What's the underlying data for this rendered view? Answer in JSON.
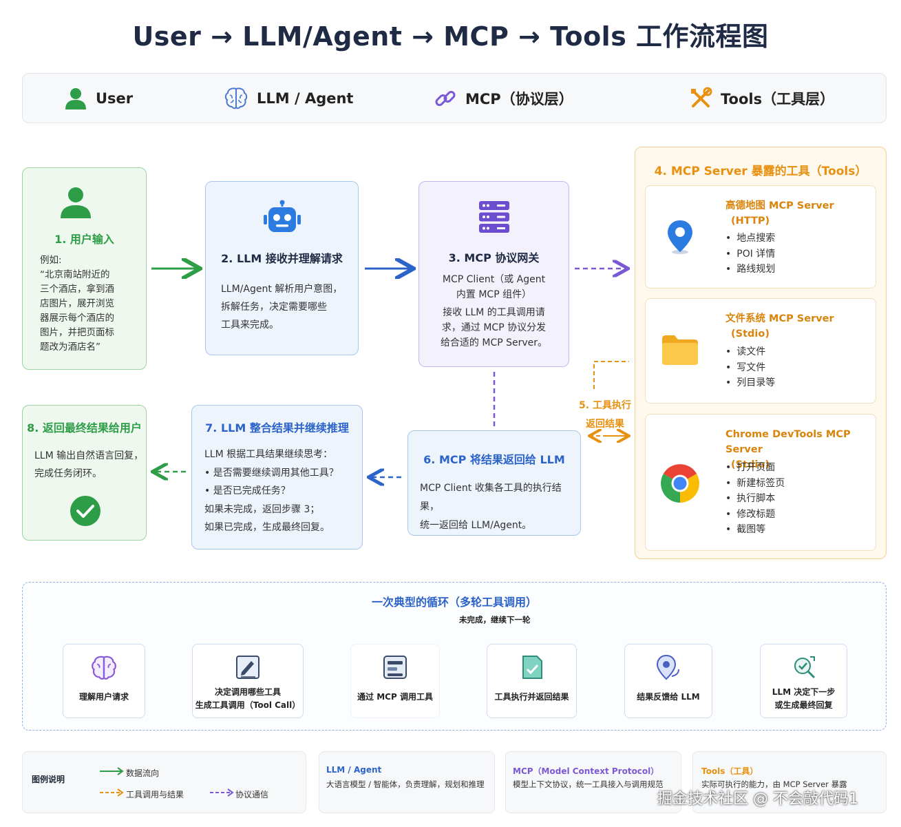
{
  "title": "User → LLM/Agent → MCP → Tools 工作流程图",
  "header": {
    "user": "User",
    "llm": "LLM / Agent",
    "mcp": "MCP（协议层）",
    "tools": "Tools（工具层）"
  },
  "step1": {
    "title": "1. 用户输入",
    "lines": [
      "例如:",
      "“北京南站附近的",
      "三个酒店，拿到酒",
      "店图片，展开浏览",
      "器展示每个酒店的",
      "图片，并把页面标",
      "题改为酒店名”"
    ]
  },
  "step2": {
    "title": "2. LLM 接收并理解请求",
    "lines": [
      "LLM/Agent 解析用户意图，",
      "拆解任务，决定需要哪些",
      "工具来完成。"
    ]
  },
  "step3": {
    "title": "3. MCP 协议网关",
    "lines": [
      "MCP Client（或 Agent",
      "内置 MCP 组件）",
      "接收 LLM 的工具调用请",
      "求，通过 MCP 协议分发",
      "给合适的 MCP Server。"
    ]
  },
  "step4": {
    "title": "4. MCP Server 暴露的工具（Tools）",
    "servers": [
      {
        "name": "高德地图 MCP Server",
        "transport": "(HTTP)",
        "items": [
          "地点搜索",
          "POI 详情",
          "路线规划"
        ]
      },
      {
        "name": "文件系统 MCP Server",
        "transport": "(Stdio)",
        "items": [
          "读文件",
          "写文件",
          "列目录等"
        ]
      },
      {
        "name": "Chrome DevTools MCP Server",
        "transport": "(Stdio)",
        "items": [
          "打开页面",
          "新建标签页",
          "执行脚本",
          "修改标题",
          "截图等"
        ]
      }
    ]
  },
  "step5": {
    "line1": "5. 工具执行",
    "line2": "返回结果"
  },
  "step6": {
    "title": "6. MCP 将结果返回给 LLM",
    "lines": [
      "MCP Client 收集各工具的执行结果，",
      "统一返回给 LLM/Agent。"
    ]
  },
  "step7": {
    "title": "7. LLM 整合结果并继续推理",
    "lines": [
      "LLM 根据工具结果继续思考：",
      "•  是否需要继续调用其他工具？",
      "•  是否已完成任务？",
      "如果未完成，返回步骤 3；",
      "如果已完成，生成最终回复。"
    ]
  },
  "step8": {
    "title": "8. 返回最终结果给用户",
    "lines": [
      "LLM 输出自然语言回复，",
      "完成任务闭环。"
    ]
  },
  "loop": {
    "title": "一次典型的循环（多轮工具调用）",
    "back_label": "未完成，继续下一轮",
    "steps": [
      {
        "line1": "理解用户请求",
        "line2": ""
      },
      {
        "line1": "决定调用哪些工具",
        "line2": "生成工具调用（Tool Call）"
      },
      {
        "line1": "通过 MCP 调用工具",
        "line2": ""
      },
      {
        "line1": "工具执行并返回结果",
        "line2": ""
      },
      {
        "line1": "结果反馈给 LLM",
        "line2": ""
      },
      {
        "line1": "LLM 决定下一步",
        "line2": "或生成最终回复"
      }
    ]
  },
  "legend": {
    "title": "图例说明",
    "data_flow": "数据流向",
    "tool_call": "工具调用与结果",
    "protocol": "协议通信",
    "llm_title": "LLM / Agent",
    "llm_desc": "大语言模型 / 智能体，负责理解，规划和推理",
    "mcp_title": "MCP（Model Context Protocol）",
    "mcp_desc": "模型上下文协议，统一工具接入与调用规范",
    "tools_title": "Tools（工具）",
    "tools_desc": "实际可执行的能力，由 MCP Server 暴露"
  },
  "watermark": "掘金技术社区 @ 不会敲代码1",
  "colors": {
    "green": "#2e9d47",
    "blue": "#2b63c9",
    "purple": "#7b58d6",
    "orange": "#e8900f"
  }
}
